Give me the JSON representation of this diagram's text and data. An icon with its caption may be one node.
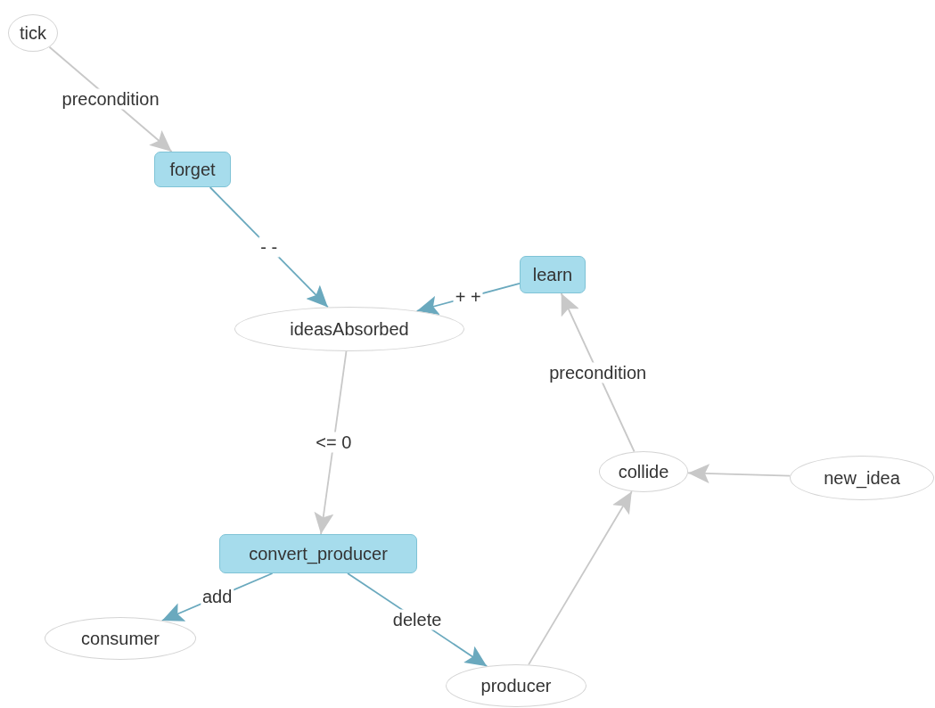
{
  "diagram": {
    "nodes": [
      {
        "text": [
          "tick"
        ]
      },
      {
        "text": [
          "forget"
        ]
      },
      {
        "text": [
          "ideasAbsorbed"
        ]
      },
      {
        "text": [
          "learn"
        ]
      },
      {
        "text": [
          "collide"
        ]
      },
      {
        "text": [
          "new_idea"
        ]
      },
      {
        "text": [
          "convert_producer"
        ]
      },
      {
        "text": [
          "consumer"
        ]
      },
      {
        "text": [
          "producer"
        ]
      }
    ],
    "edges": [
      {
        "from": 0,
        "to": 1,
        "arrow": "to",
        "label": "precondition"
      },
      {
        "from": 1,
        "to": 2,
        "arrow": "to",
        "label": "- -",
        "color": "#6aa9be"
      },
      {
        "from": 3,
        "to": 2,
        "arrow": "to",
        "label": "+ +",
        "color": "#6aa9be"
      },
      {
        "from": 2,
        "to": 6,
        "arrow": "to",
        "label": "<= 0"
      },
      {
        "from": 4,
        "to": 3,
        "arrow": "to",
        "label": "precondition"
      },
      {
        "from": 5,
        "to": 4,
        "arrow": "to"
      },
      {
        "from": 6,
        "to": 7,
        "arrow": "to",
        "label": "add",
        "color": "#6aa9be"
      },
      {
        "from": 6,
        "to": 8,
        "arrow": "to",
        "label": "delete",
        "color": "#6aa9be"
      },
      {
        "from": 8,
        "to": 4,
        "arrow": "to"
      }
    ]
  }
}
